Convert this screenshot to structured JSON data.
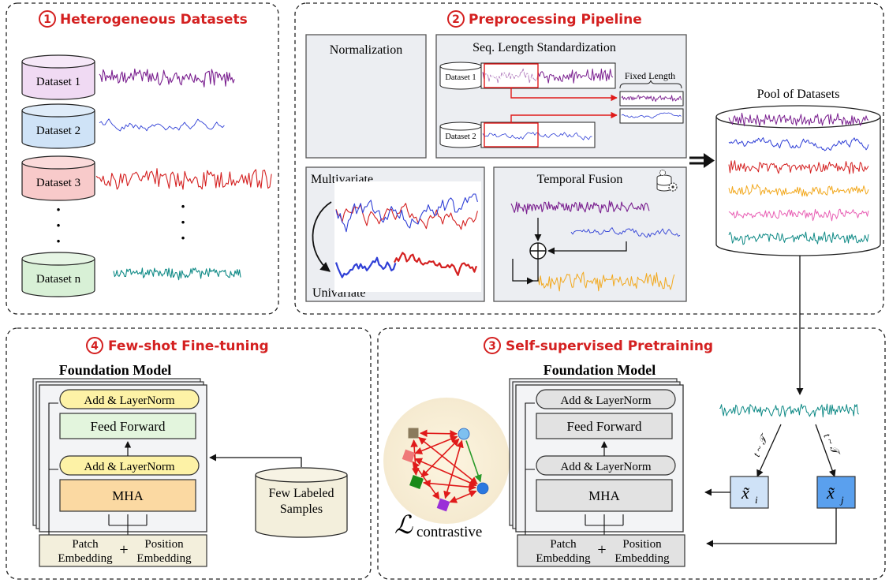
{
  "sections": {
    "s1": {
      "num": "1",
      "title": "Heterogeneous Datasets"
    },
    "s2": {
      "num": "2",
      "title": "Preprocessing Pipeline"
    },
    "s3": {
      "num": "3",
      "title": "Self-supervised Pretraining"
    },
    "s4": {
      "num": "4",
      "title": "Few-shot Fine-tuning"
    }
  },
  "datasets": [
    {
      "label": "Dataset 1",
      "fill": "#f0daf3",
      "color": "#7a1f8f"
    },
    {
      "label": "Dataset 2",
      "fill": "#cfe3f7",
      "color": "#2f3fd6"
    },
    {
      "label": "Dataset 3",
      "fill": "#f8caca",
      "color": "#e82020"
    },
    {
      "label": "Dataset n",
      "fill": "#d8f0d6",
      "color": "#0f8a86"
    }
  ],
  "ellipsis": "·",
  "preprocessing": {
    "normalization": "Normalization",
    "seq_length": "Seq. Length Standardization",
    "fixed_length": "Fixed Length",
    "seq_dataset_1": "Dataset 1",
    "seq_dataset_2": "Dataset 2",
    "multivariate": "Multivariate",
    "univariate": "Univariate",
    "temporal_fusion": "Temporal Fusion"
  },
  "pool": {
    "label": "Pool of Datasets"
  },
  "model": {
    "title": "Foundation Model",
    "add_norm": "Add   &   LayerNorm",
    "feed_forward": "Feed Forward",
    "mha": "MHA",
    "patch_embedding": "Patch",
    "patch_embedding_2": "Embedding",
    "position_embedding": "Position",
    "position_embedding_2": "Embedding",
    "plus": "+"
  },
  "few_labeled": {
    "line1": "Few Labeled",
    "line2": "Samples"
  },
  "contrastive": {
    "symbol": "ℒ",
    "subscript": "contrastive"
  },
  "augmentations": {
    "t_label": "t ~ 𝒯",
    "xi_base": "x̃",
    "xi_sub": "i",
    "xj_base": "x̃",
    "xj_sub": "j"
  },
  "colors": {
    "red": "#d42020",
    "purple": "#7a1f8f",
    "blue": "#2f3fd6",
    "orange": "#f2a81d",
    "pink": "#e85fb4",
    "teal": "#0f8a86",
    "yellow_box": "#fdf2a6",
    "green_box": "#e3f5dd",
    "orange_box": "#fbd9a2",
    "gray_box": "#e2e2e2",
    "panel": "#eceef2"
  }
}
